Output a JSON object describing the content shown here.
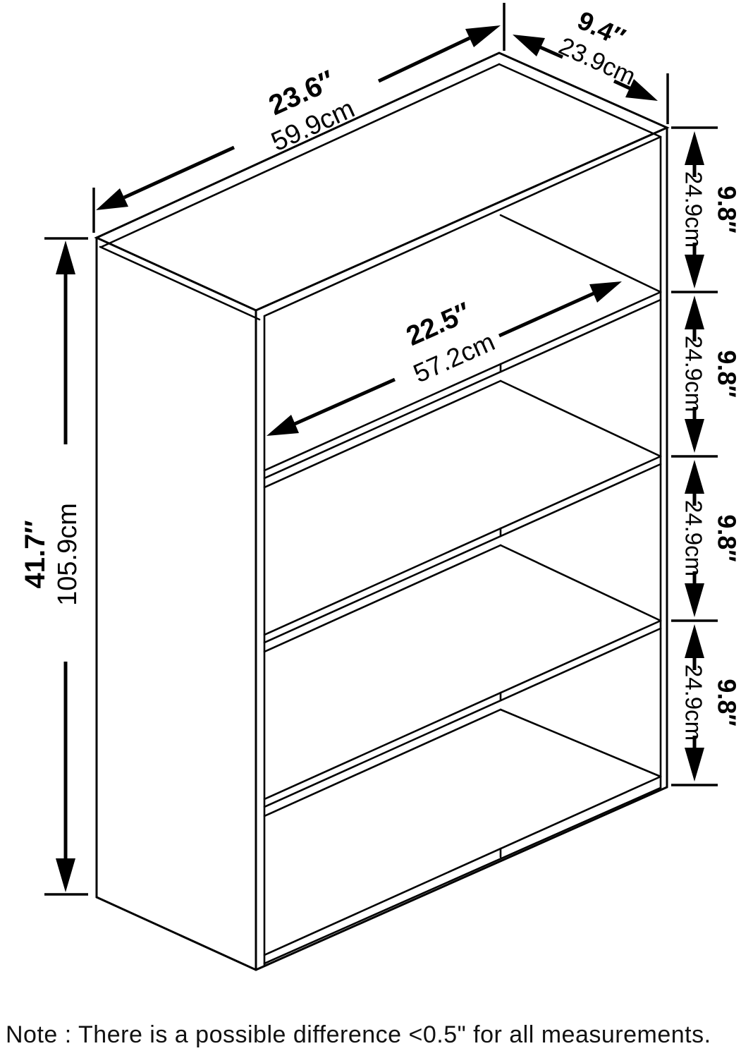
{
  "diagram": {
    "kind": "bookcase dimension line drawing",
    "dims": {
      "width": {
        "inches": "23.6″",
        "cm": "59.9cm"
      },
      "depth": {
        "inches": "9.4″",
        "cm": "23.9cm"
      },
      "height": {
        "inches": "41.7″",
        "cm": "105.9cm"
      },
      "inner_width": {
        "inches": "22.5″",
        "cm": "57.2cm"
      },
      "shelf_spacing": {
        "inches": "9.8″",
        "cm": "24.9cm"
      }
    },
    "shelf_count": 4,
    "note": "Note : There is a possible difference <0.5\" for all measurements.",
    "colors": {
      "line": "#000000",
      "background": "#ffffff"
    }
  }
}
